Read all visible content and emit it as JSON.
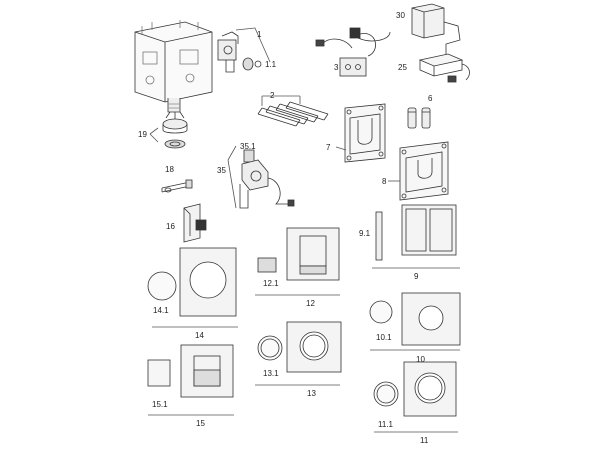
{
  "labels": {
    "l1": "1",
    "l1_1": "1.1",
    "l2": "2",
    "l3": "3",
    "l6": "6",
    "l7": "7",
    "l8": "8",
    "l9": "9",
    "l9_1": "9.1",
    "l10": "10",
    "l10_1": "10.1",
    "l11": "11",
    "l11_1": "11.1",
    "l12": "12",
    "l12_1": "12.1",
    "l13": "13",
    "l13_1": "13.1",
    "l14": "14",
    "l14_1": "14.1",
    "l15": "15",
    "l15_1": "15.1",
    "l16": "16",
    "l18": "18",
    "l19": "19",
    "l25": "25",
    "l30": "30",
    "l35": "35",
    "l35_1": "35.1"
  }
}
